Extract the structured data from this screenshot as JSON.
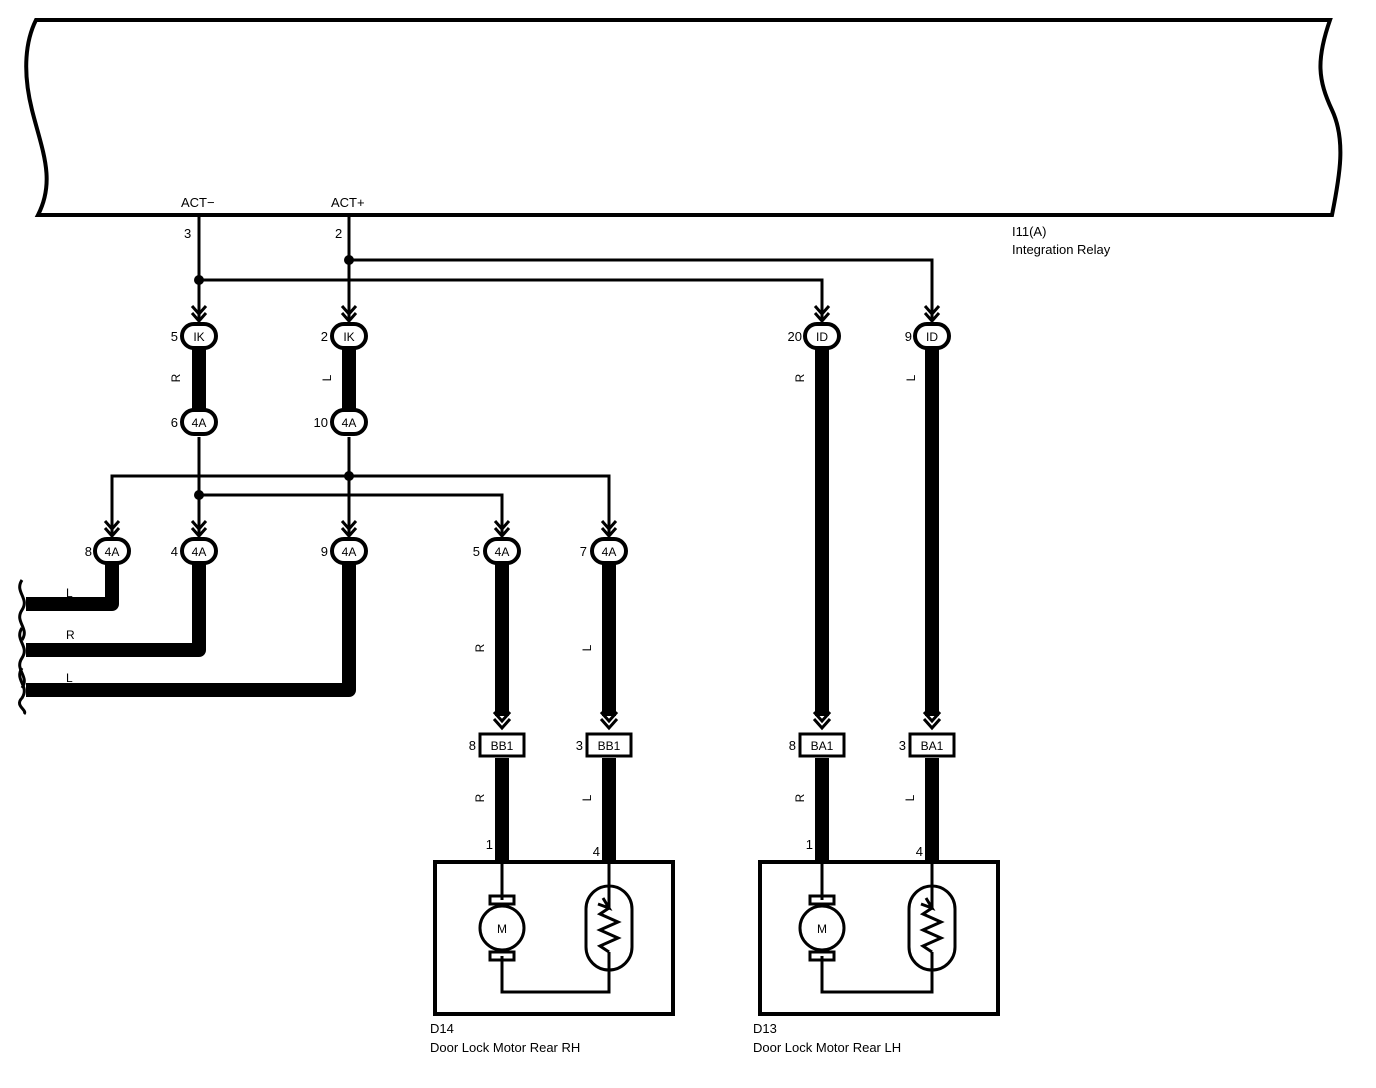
{
  "relay": {
    "code": "I11(A)",
    "name": "Integration Relay",
    "terminal_left": "ACT−",
    "terminal_right": "ACT+",
    "pin_left": "3",
    "pin_right": "2"
  },
  "connectors": {
    "ik": "IK",
    "id": "ID",
    "a4": "4A",
    "bb1": "BB1",
    "ba1": "BA1"
  },
  "pins": {
    "ik_left": "5",
    "ik_right": "2",
    "a4_left_upper": "6",
    "a4_right_upper": "10",
    "id_left": "20",
    "id_right": "9",
    "a4_row": [
      "8",
      "4",
      "9",
      "5",
      "7"
    ],
    "bb1_left": "8",
    "bb1_right": "3",
    "ba1_left": "8",
    "ba1_right": "3",
    "motor_rh_1": "1",
    "motor_rh_4": "4",
    "motor_lh_1": "1",
    "motor_lh_4": "4"
  },
  "wire_colors": {
    "red": "R",
    "blue": "L"
  },
  "motor_symbol": "M",
  "components": {
    "rh": {
      "code": "D14",
      "name": "Door Lock Motor Rear RH"
    },
    "lh": {
      "code": "D13",
      "name": "Door Lock Motor Rear LH"
    }
  }
}
